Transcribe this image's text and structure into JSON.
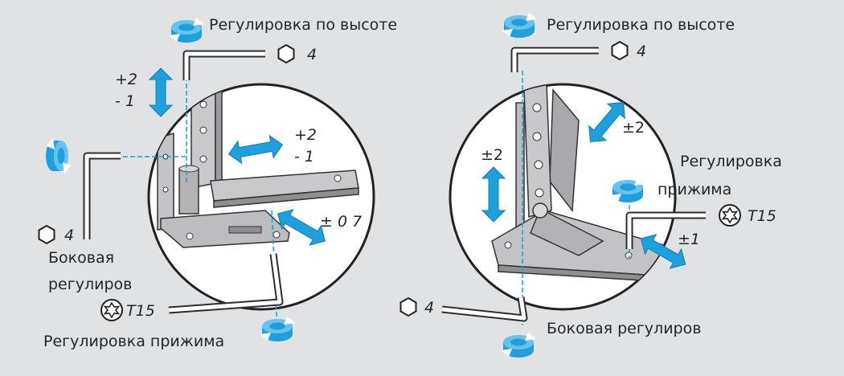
{
  "colors": {
    "background": "#e1e2e4",
    "accent": "#1ea0dc",
    "metal": "#bfbfc2",
    "outline": "#2e2e2e"
  },
  "icons": [
    "rotate-arrow-icon",
    "hexagon-icon",
    "torx-icon",
    "allen-key-icon",
    "double-arrow-icon"
  ],
  "left": {
    "height_label": "Регулировка по высоте",
    "height_hex_size": "4",
    "height_plus": "+2",
    "height_minus": "- 1",
    "horizontal_plus": "+2",
    "horizontal_minus": "- 1",
    "pressure_range": "± 0 7",
    "side_hex_size": "4",
    "side_label_line1": "Боковая",
    "side_label_line2": "регулиров",
    "torx_size": "T15",
    "pressure_label": "Регулировка прижима"
  },
  "right": {
    "height_label": "Регулировка по высоте",
    "height_hex_size": "4",
    "top_range": "±2",
    "vertical_range": "±2",
    "pressure_label_line1": "Регулировка",
    "pressure_label_line2": "прижима",
    "torx_size": "T15",
    "pressure_range": "±1",
    "side_hex_size": "4",
    "side_label": "Боковая регулиров"
  }
}
